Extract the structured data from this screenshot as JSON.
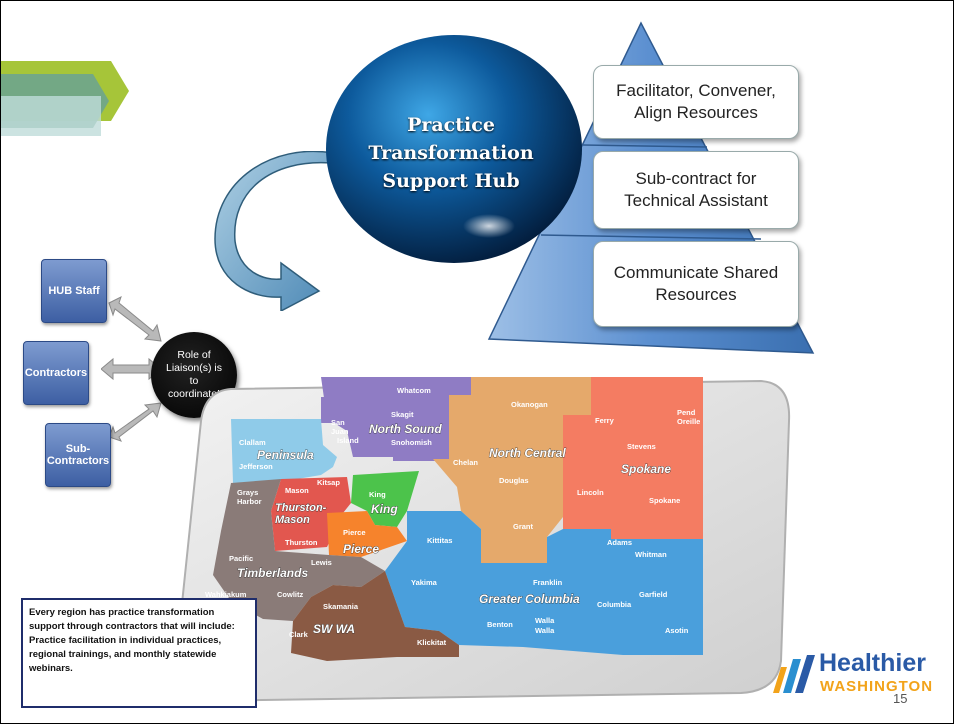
{
  "hub": {
    "title": "Practice\nTransformation\nSupport Hub"
  },
  "pyramid": {
    "items": [
      {
        "label": "Facilitator, Convener,\nAlign Resources"
      },
      {
        "label": "Sub-contract for\nTechnical Assistant"
      },
      {
        "label": "Communicate Shared\nResources"
      }
    ]
  },
  "stakeholders": {
    "items": [
      {
        "label": "HUB Staff"
      },
      {
        "label": "Contractors"
      },
      {
        "label": "Sub-\nContractors"
      }
    ],
    "center_label": "Role of\nLiaison(s) is\nto\ncoordinate!"
  },
  "map": {
    "regions": [
      "North Sound",
      "North Central",
      "Spokane",
      "Peninsula",
      "King",
      "Thurston-\nMason",
      "Pierce",
      "Timberlands",
      "Greater Columbia",
      "SW WA"
    ],
    "counties": [
      "Whatcom",
      "Skagit",
      "San",
      "Juan",
      "Island",
      "Snohomish",
      "Okanogan",
      "Ferry",
      "Pend",
      "Oreille",
      "Stevens",
      "Clallam",
      "Jefferson",
      "Kitsap",
      "Chelan",
      "Douglas",
      "Lincoln",
      "Spokane",
      "Grays",
      "Harbor",
      "Mason",
      "King",
      "Grant",
      "Pierce",
      "Thurston",
      "Kittitas",
      "Adams",
      "Whitman",
      "Pacific",
      "Lewis",
      "Yakima",
      "Franklin",
      "Garfield",
      "Wahkiakum",
      "Cowlitz",
      "Skamania",
      "Benton",
      "Walla",
      "Walla",
      "Columbia",
      "Asotin",
      "Clark",
      "Klickitat"
    ]
  },
  "note": {
    "text": "Every region has practice transformation support through contractors that will include: Practice facilitation in individual practices, regional trainings, and monthly statewide webinars."
  },
  "brand": {
    "line1": "Healthier",
    "line2": "WASHINGTON"
  },
  "page_number": "15",
  "colors": {
    "north_sound": "#8f7cc4",
    "north_central": "#e5a96b",
    "spokane": "#f47c62",
    "peninsula": "#8fcbe9",
    "king": "#4cc34b",
    "thurston_mason": "#e2574f",
    "pierce": "#f6832c",
    "timberlands": "#8a7b78",
    "greater_columbia": "#4a9fdc",
    "sw_wa": "#8a5a44",
    "pyramid": "#5b8fd0",
    "sphere": "#0a4d8c",
    "chevron_green": "#a6c539",
    "chevron_teal": "#5fa8a0"
  }
}
